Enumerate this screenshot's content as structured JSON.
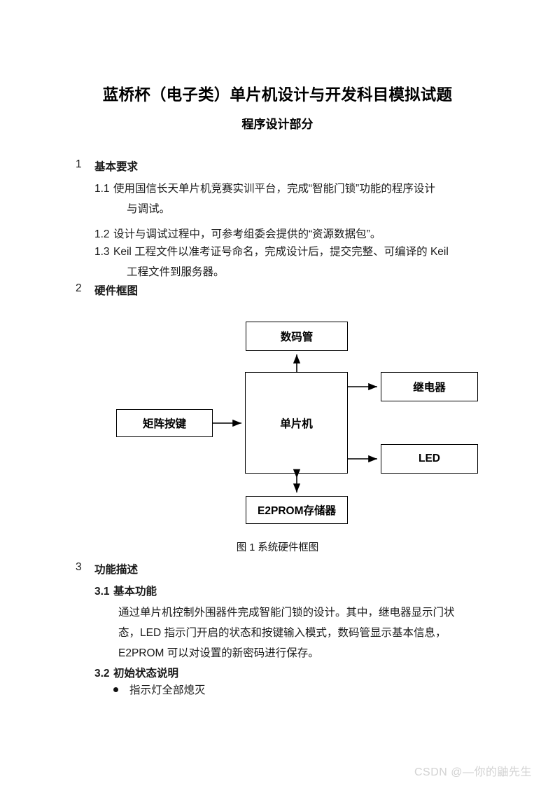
{
  "document": {
    "title": "蓝桥杯（电子类）单片机设计与开发科目模拟试题",
    "subtitle": "程序设计部分"
  },
  "sections": [
    {
      "number": "1",
      "title": "基本要求",
      "items": [
        {
          "num": "1.1",
          "text": "使用国信长天单片机竞赛实训平台，完成“智能门锁”功能的程序设计",
          "cont": "与调试。"
        },
        {
          "num": "1.2",
          "text": "设计与调试过程中，可参考组委会提供的“资源数据包”。",
          "cont": ""
        },
        {
          "num": "1.3",
          "text": "Keil 工程文件以准考证号命名，完成设计后，提交完整、可编译的 Keil",
          "cont": "工程文件到服务器。"
        }
      ]
    },
    {
      "number": "2",
      "title": "硬件框图"
    },
    {
      "number": "3",
      "title": "功能描述",
      "subsections": [
        {
          "num": "3.1",
          "title": "基本功能",
          "lines": [
            "通过单片机控制外围器件完成智能门锁的设计。其中，继电器显示门状",
            "态，LED 指示门开启的状态和按键输入模式，数码管显示基本信息，",
            "E2PROM 可以对设置的新密码进行保存。"
          ]
        },
        {
          "num": "3.2",
          "title": "初始状态说明",
          "bullets": [
            "指示灯全部熄灭"
          ]
        }
      ]
    }
  ],
  "diagram": {
    "caption": "图 1 系统硬件框图",
    "blocks": {
      "display": "数码管",
      "mcu": "单片机",
      "keypad": "矩阵按键",
      "relay": "继电器",
      "led": "LED",
      "eeprom": "E2PROM存储器"
    },
    "edges": [
      {
        "from": "mcu",
        "to": "display",
        "style": "single"
      },
      {
        "from": "keypad",
        "to": "mcu",
        "style": "single"
      },
      {
        "from": "mcu",
        "to": "relay",
        "style": "single"
      },
      {
        "from": "mcu",
        "to": "led",
        "style": "single"
      },
      {
        "from": "mcu",
        "to": "eeprom",
        "style": "double"
      }
    ],
    "line_color": "#000000"
  },
  "watermark": {
    "text": "CSDN @—你的鼬先生",
    "color": "#d2d2d2"
  }
}
